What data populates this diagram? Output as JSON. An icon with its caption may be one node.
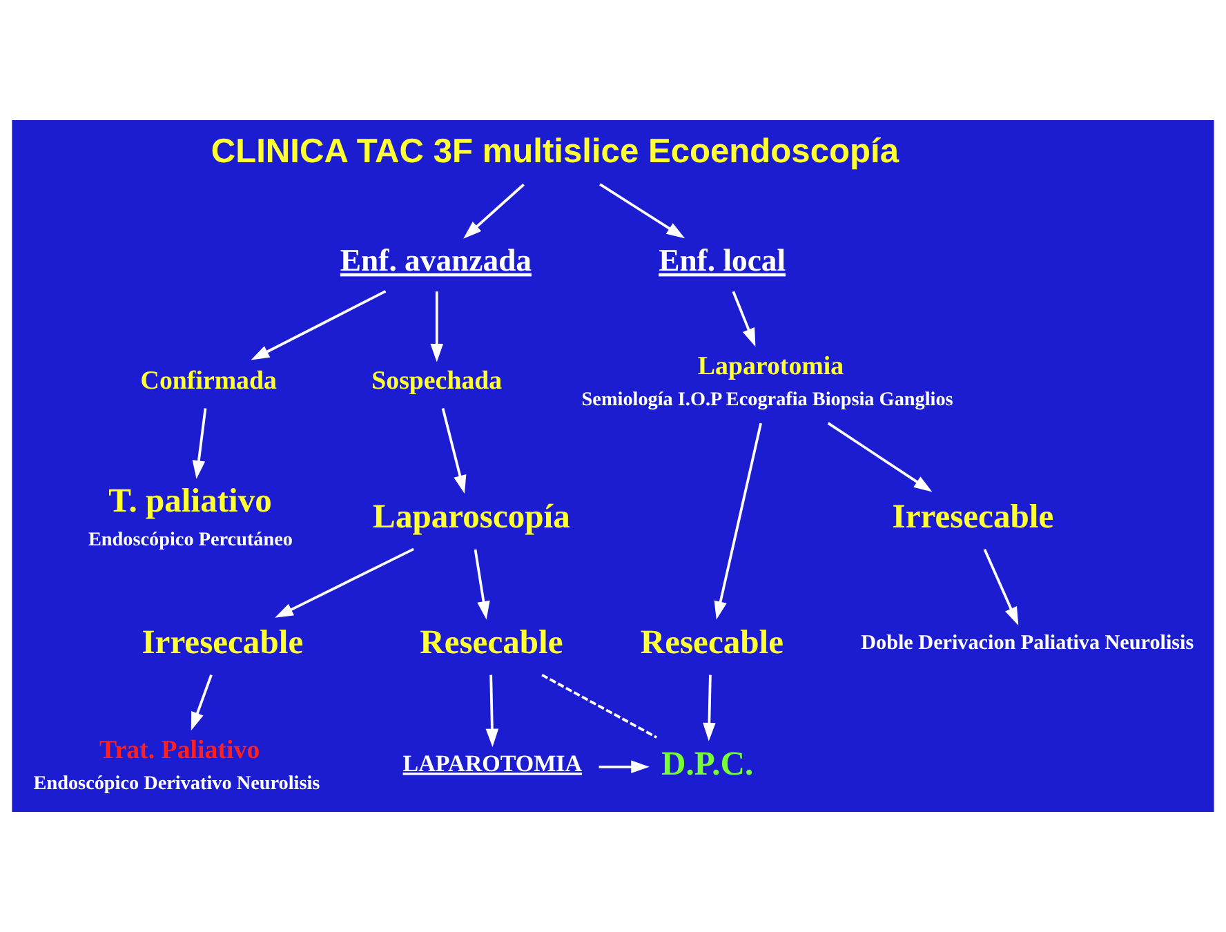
{
  "diagram": {
    "nodes": [
      {
        "text": [
          "CLINICA TAC 3F multislice Ecoendoscopía"
        ]
      },
      {
        "text": [
          "Enf. avanzada"
        ]
      },
      {
        "text": [
          "Enf. local"
        ]
      },
      {
        "text": [
          "Confirmada"
        ]
      },
      {
        "text": [
          "Sospechada"
        ]
      },
      {
        "text": [
          "T. paliativo",
          "Endoscópico Percutáneo"
        ]
      },
      {
        "text": [
          "Laparoscopía"
        ]
      },
      {
        "text": [
          "Laparotomia",
          "Semiología I.O.P Ecografia Biopsia Ganglios"
        ]
      },
      {
        "text": [
          "Irresecable"
        ]
      },
      {
        "text": [
          "Resecable"
        ]
      },
      {
        "text": [
          "Resecable"
        ]
      },
      {
        "text": [
          "Irresecable"
        ]
      },
      {
        "text": [
          "Trat. Paliativo",
          "Endoscópico Derivativo Neurolisis"
        ]
      },
      {
        "text": [
          "LAPAROTOMIA"
        ]
      },
      {
        "text": [
          "D.P.C."
        ]
      },
      {
        "text": [
          "Doble Derivacion Paliativa Neurolisis"
        ]
      }
    ],
    "edges": [
      {
        "from": 0,
        "to": 1,
        "arrow": "to"
      },
      {
        "from": 0,
        "to": 2,
        "arrow": "to"
      },
      {
        "from": 1,
        "to": 3,
        "arrow": "to"
      },
      {
        "from": 1,
        "to": 4,
        "arrow": "to"
      },
      {
        "from": 3,
        "to": 5,
        "arrow": "to"
      },
      {
        "from": 4,
        "to": 6,
        "arrow": "to"
      },
      {
        "from": 2,
        "to": 7,
        "arrow": "to"
      },
      {
        "from": 6,
        "to": 8,
        "arrow": "to"
      },
      {
        "from": 6,
        "to": 9,
        "arrow": "to"
      },
      {
        "from": 7,
        "to": 10,
        "arrow": "to"
      },
      {
        "from": 7,
        "to": 11,
        "arrow": "to"
      },
      {
        "from": 8,
        "to": 12,
        "arrow": "to"
      },
      {
        "from": 9,
        "to": 13,
        "arrow": "to"
      },
      {
        "from": 9,
        "to": 14,
        "arrow": "none",
        "style": "dashed"
      },
      {
        "from": 10,
        "to": 14,
        "arrow": "to"
      },
      {
        "from": 11,
        "to": 15,
        "arrow": "to"
      },
      {
        "from": 13,
        "to": 14,
        "arrow": "to"
      }
    ]
  }
}
